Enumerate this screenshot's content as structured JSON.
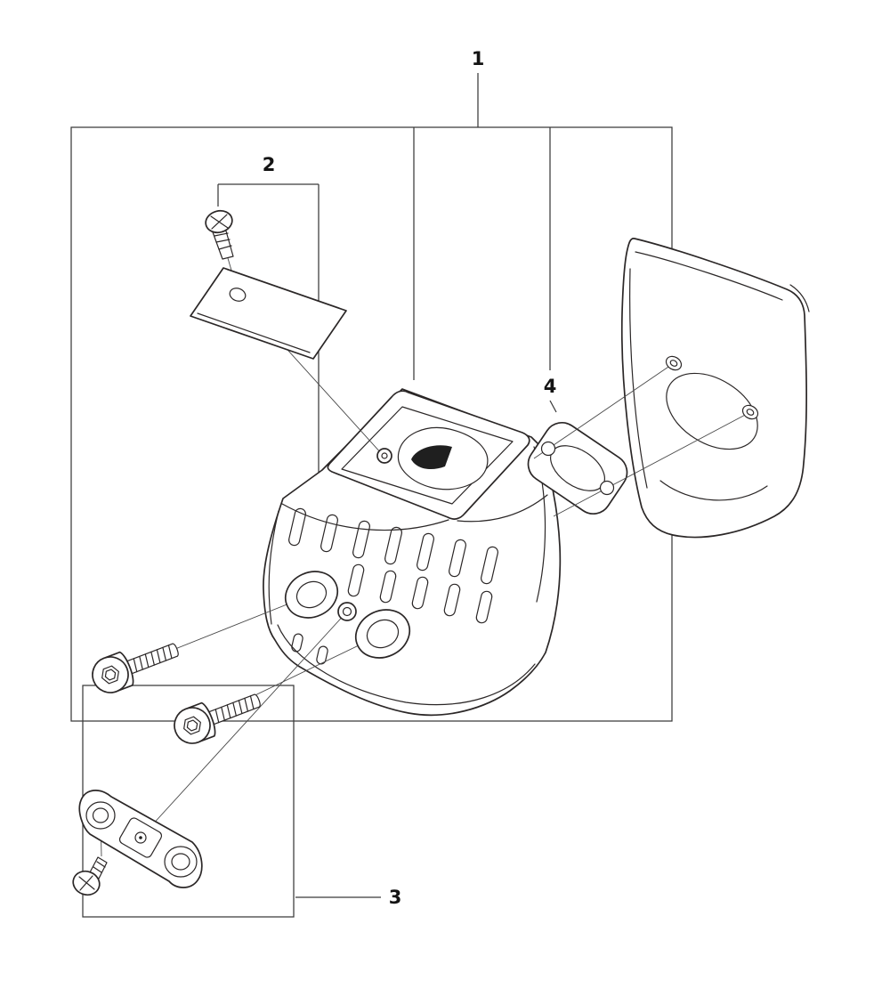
{
  "figure": {
    "background": "#ffffff",
    "ink": "#2b2727",
    "callouts": {
      "item1": "1",
      "item2": "2",
      "item3": "3",
      "item4": "4"
    }
  }
}
